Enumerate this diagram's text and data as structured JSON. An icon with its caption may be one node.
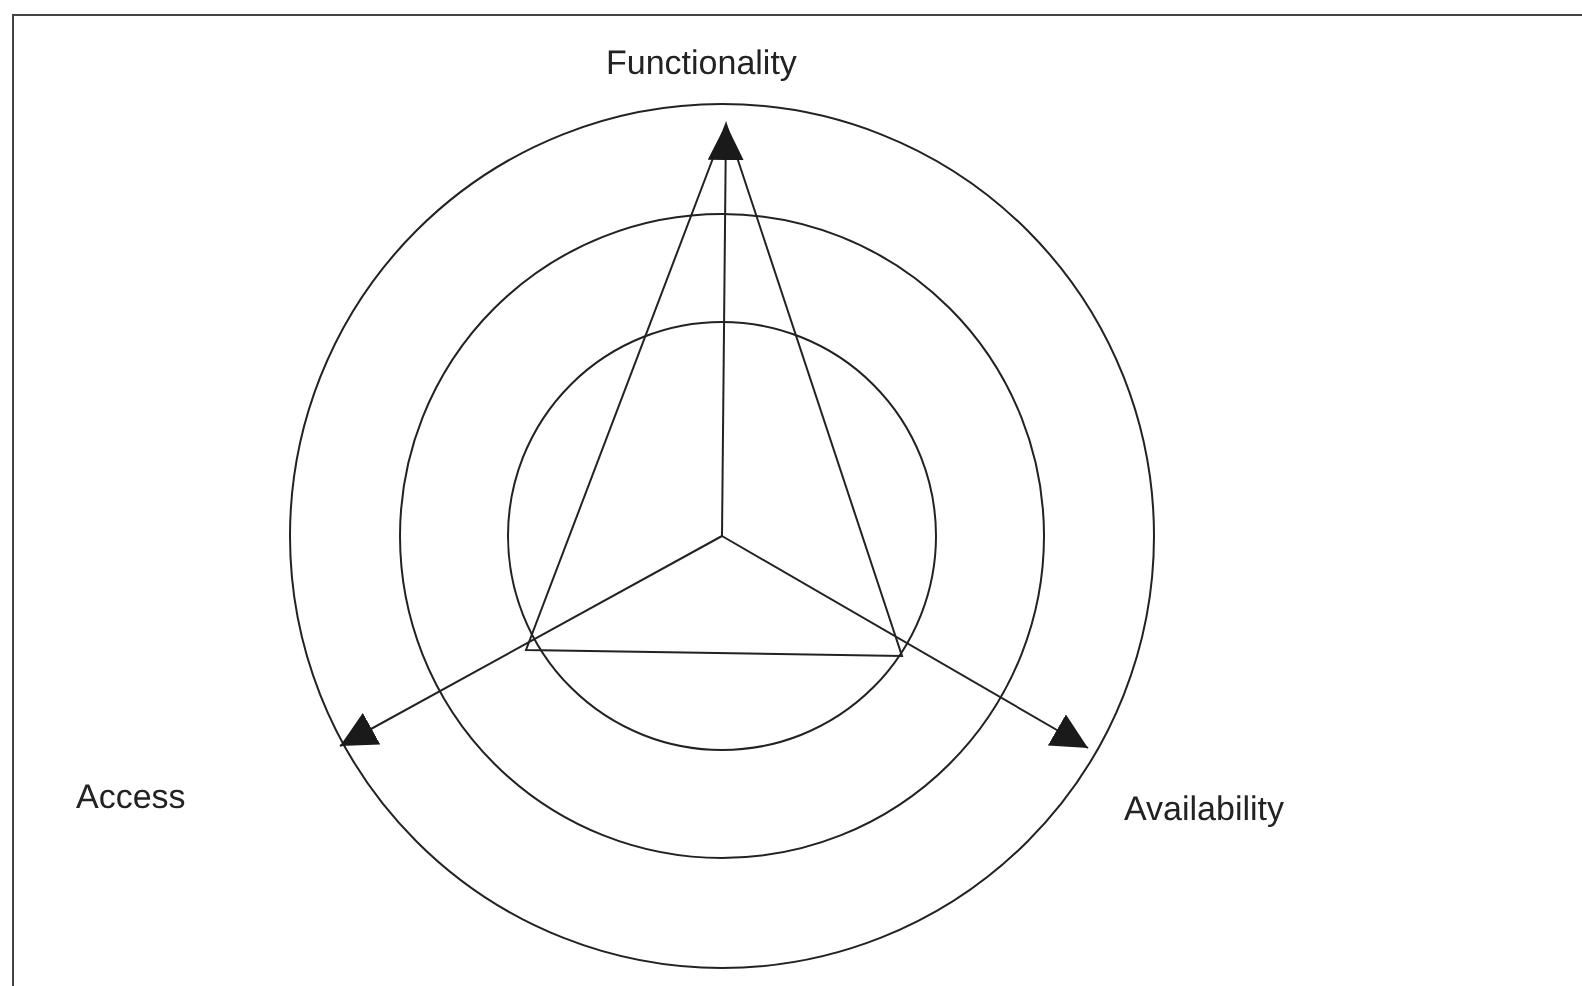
{
  "diagram": {
    "labels": [
      "Functionality",
      "Access",
      "Availability"
    ]
  }
}
